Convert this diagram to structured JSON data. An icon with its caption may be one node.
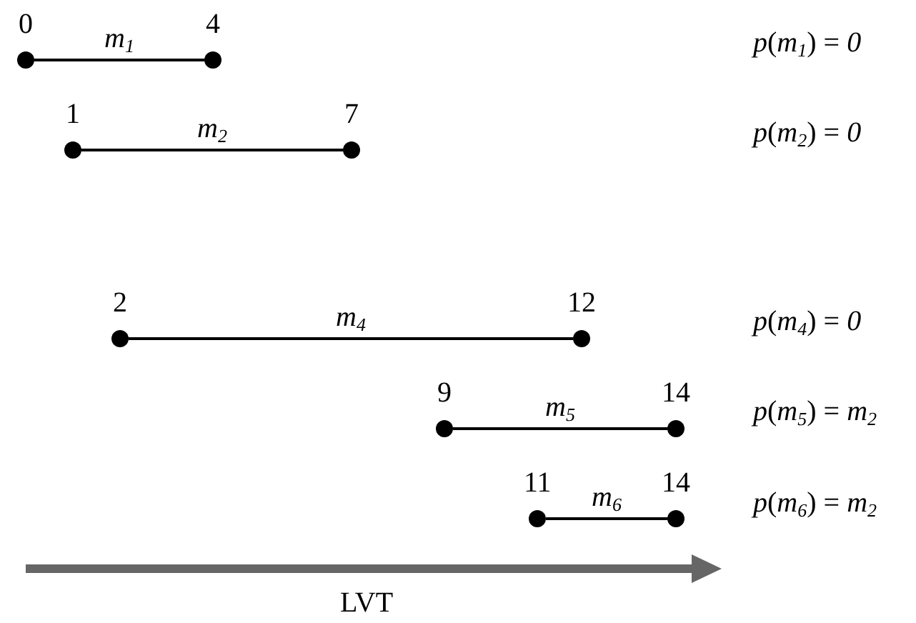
{
  "diagram": {
    "nodes": [
      {
        "text": [],
        "shape": "circle",
        "beside": [
          "0"
        ]
      },
      {
        "text": [],
        "shape": "circle",
        "beside": [
          "4"
        ]
      },
      {
        "text": [],
        "shape": "circle",
        "beside": [
          "1"
        ]
      },
      {
        "text": [],
        "shape": "circle",
        "beside": [
          "7"
        ]
      },
      {
        "text": [],
        "shape": "circle",
        "beside": [
          "2"
        ]
      },
      {
        "text": [],
        "shape": "circle",
        "beside": [
          "12"
        ]
      },
      {
        "text": [],
        "shape": "circle",
        "beside": [
          "9"
        ]
      },
      {
        "text": [],
        "shape": "circle",
        "beside": [
          "14"
        ]
      },
      {
        "text": [],
        "shape": "circle",
        "beside": [
          "11"
        ]
      },
      {
        "text": [],
        "shape": "circle",
        "beside": [
          "14"
        ]
      }
    ],
    "edges": [
      {
        "from": 0,
        "to": 1,
        "arrow": "none",
        "label": "m$_{1}$"
      },
      {
        "from": 2,
        "to": 3,
        "arrow": "none",
        "label": "m$_{2}$"
      },
      {
        "from": 4,
        "to": 5,
        "arrow": "none",
        "label": "m$_{4}$"
      },
      {
        "from": 6,
        "to": 7,
        "arrow": "none",
        "label": "m$_{5}$"
      },
      {
        "from": 8,
        "to": 9,
        "arrow": "none",
        "label": "m$_{6}$"
      }
    ],
    "labels": [
      "*p*(*m*$_{1}$) = *0*",
      "*p*(*m*$_{2}$) = *0*",
      "*p*(*m*$_{4}$) = *0*",
      "*p*(*m*$_{5}$) = *m*$_{2}$",
      "*p*(*m*$_{6}$) = *m*$_{2}$",
      "LVT"
    ]
  }
}
